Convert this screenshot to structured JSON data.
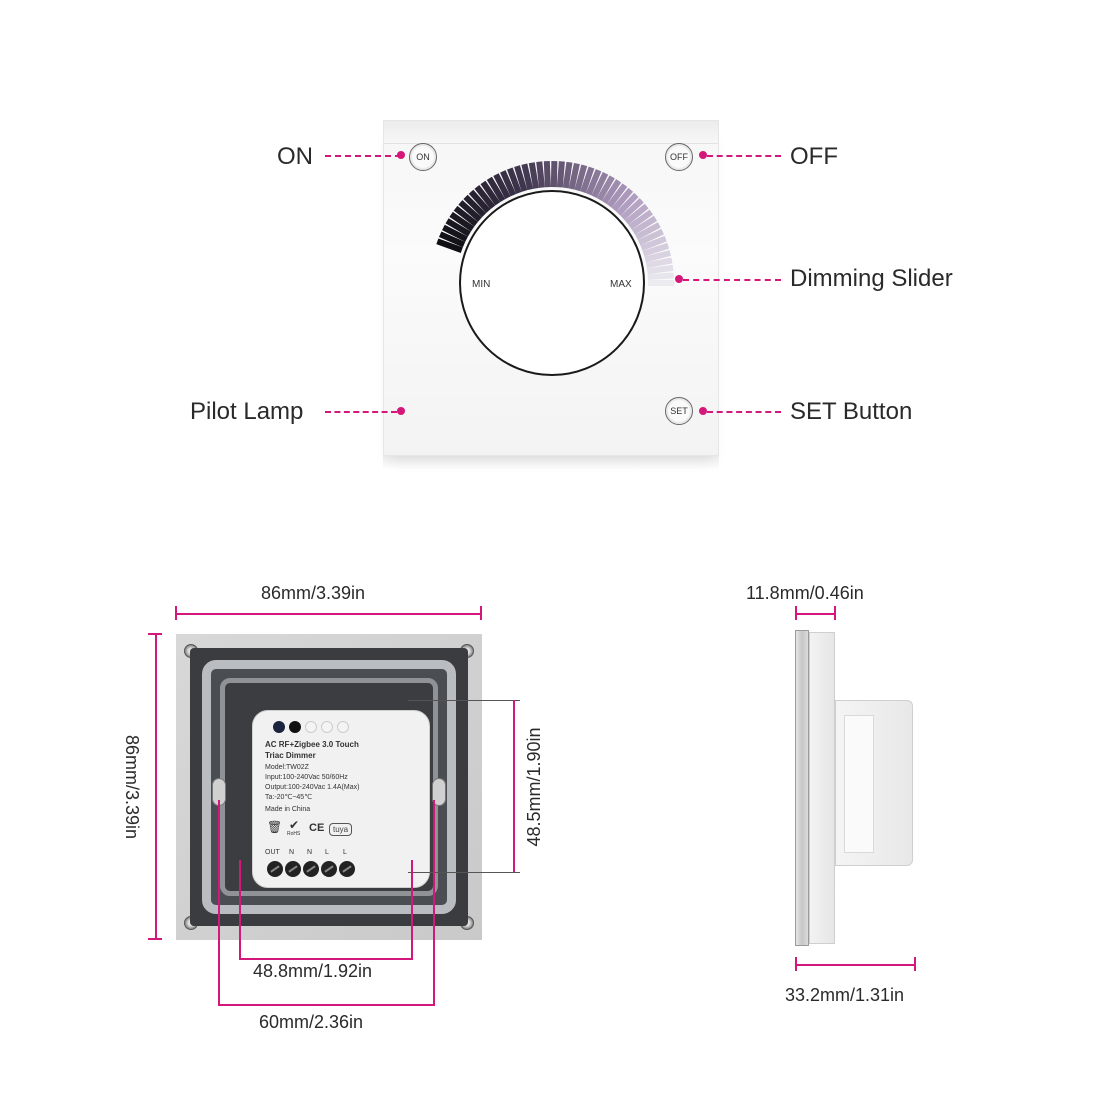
{
  "colors": {
    "accent": "#d4177a",
    "panel": "#f6f6f6",
    "text": "#2a2a2a"
  },
  "callouts": {
    "on": "ON",
    "off": "OFF",
    "dimming_slider": "Dimming Slider",
    "pilot_lamp": "Pilot Lamp",
    "set_button": "SET Button"
  },
  "panel": {
    "on_button": "ON",
    "off_button": "OFF",
    "set_button": "SET",
    "dial_min": "MIN",
    "dial_max": "MAX"
  },
  "module": {
    "line1": "AC RF+Zigbee 3.0 Touch",
    "line2": "Triac Dimmer",
    "model": "Model:TW02Z",
    "input": "Input:100-240Vac  50/60Hz",
    "output": "Output:100-240Vac 1.4A(Max)",
    "ta": "Ta:-20℃~45℃",
    "origin": "Made in China",
    "rohs": "RoHS",
    "ce": "CE",
    "tuya": "tuya",
    "terminals": [
      "OUT",
      "N",
      "N",
      "L",
      "L"
    ]
  },
  "dimensions": {
    "width_top": "86mm/3.39in",
    "height_left": "86mm/3.39in",
    "module_height": "48.5mm/1.90in",
    "module_width": "48.8mm/1.92in",
    "mount_width": "60mm/2.36in",
    "glass_thickness": "11.8mm/0.46in",
    "depth": "33.2mm/1.31in"
  }
}
